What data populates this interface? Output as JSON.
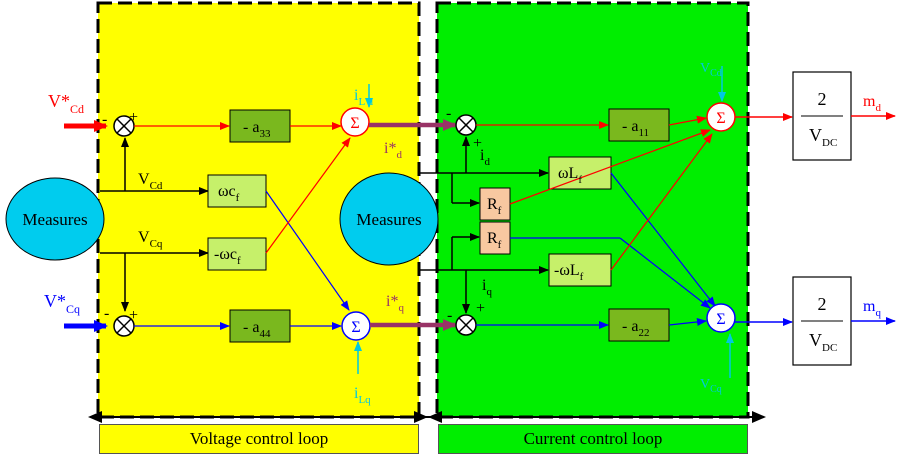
{
  "regions": {
    "voltage_loop_label": "Voltage control loop",
    "current_loop_label": "Current control loop"
  },
  "measures": {
    "left": "Measures",
    "right": "Measures"
  },
  "signals": {
    "vcd_ref": {
      "main": "V*",
      "sub": "Cd"
    },
    "vcq_ref": {
      "main": "V*",
      "sub": "Cq"
    },
    "vcd": {
      "main": "V",
      "sub": "Cd"
    },
    "vcq": {
      "main": "V",
      "sub": "Cq"
    },
    "ild": {
      "main": "i",
      "sub": "L d"
    },
    "ilq": {
      "main": "i",
      "sub": "Lq"
    },
    "id_ref": {
      "main": "i*",
      "sub": "d"
    },
    "iq_ref": {
      "main": "i*",
      "sub": "q"
    },
    "id": {
      "main": "i",
      "sub": "d"
    },
    "iq": {
      "main": "i",
      "sub": "q"
    },
    "vcd_ff": {
      "main": "V",
      "sub": "Cd"
    },
    "vcq_ff": {
      "main": "V",
      "sub": "Cq"
    },
    "md": {
      "main": "m",
      "sub": "d"
    },
    "mq": {
      "main": "m",
      "sub": "q"
    }
  },
  "blocks": {
    "a33": {
      "main": "- a",
      "sub": "33"
    },
    "a44": {
      "main": "- a",
      "sub": "44"
    },
    "wcf": {
      "main": "ωc",
      "sub": "f"
    },
    "neg_wcf": {
      "main": "-ωc",
      "sub": "f"
    },
    "a11": {
      "main": "- a",
      "sub": "11"
    },
    "a22": {
      "main": "- a",
      "sub": "22"
    },
    "wlf": {
      "main": "ωL",
      "sub": "f"
    },
    "neg_wlf": {
      "main": "-ωL",
      "sub": "f"
    },
    "rf_top": {
      "main": "R",
      "sub": "f"
    },
    "rf_bottom": {
      "main": "R",
      "sub": "f"
    },
    "gain_d": {
      "num": "2",
      "den_main": "V",
      "den_sub": "DC"
    },
    "gain_q": {
      "num": "2",
      "den_main": "V",
      "den_sub": "DC"
    }
  },
  "symbols": {
    "sum": "Σ",
    "plus": "+",
    "minus": "-"
  },
  "colors": {
    "yellow_region": "#ffff00",
    "green_region": "#00ee00",
    "block_green": "#7ab81e",
    "block_light_green": "#c6f06a",
    "block_peach": "#f8c8a0",
    "measure_fill": "#00ccee",
    "red": "#ff0000",
    "blue": "#0000ff",
    "cyan": "#00c8e0",
    "purple": "#993366"
  }
}
